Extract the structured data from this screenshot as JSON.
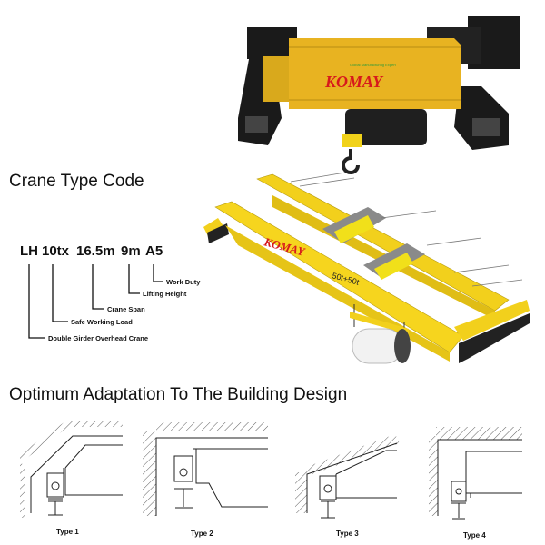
{
  "hoist": {
    "brand": "KOMAY",
    "brand_subtitle": "Global Manufacturing Expert",
    "colors": {
      "body": "#e8b321",
      "frame": "#1a1a1a",
      "brand": "#d7191c"
    }
  },
  "crane_type_code": {
    "title": "Crane Type Code",
    "code_parts": [
      "LH",
      "10tx",
      "16.5m",
      "9m",
      "A5"
    ],
    "labels": {
      "work_duty": "Work Duty",
      "lifting_height": "Lifting Height",
      "crane_span": "Crane Span",
      "safe_working_load": "Safe Working Load",
      "double_girder": "Double Girder Overhead Crane"
    }
  },
  "crane": {
    "brand": "KOMAY",
    "capacity": "50t+50t",
    "colors": {
      "girder": "#f2d01c",
      "trolley": "#8a8a8a"
    }
  },
  "adaptation": {
    "title": "Optimum Adaptation To The Building Design",
    "types": [
      "Type 1",
      "Type 2",
      "Type 3",
      "Type 4"
    ]
  }
}
